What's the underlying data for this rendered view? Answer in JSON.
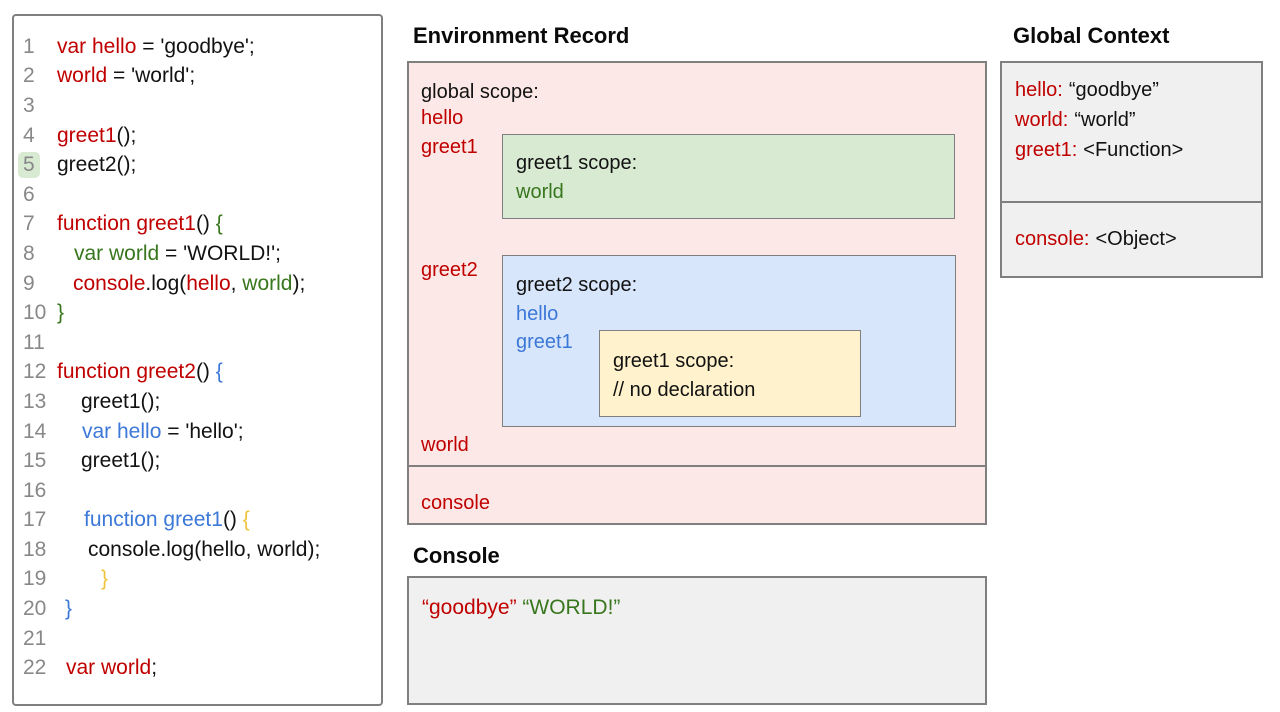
{
  "colors": {
    "red_text": "#c00000",
    "green_text": "#38761d",
    "blue_text": "#3c78d8",
    "yellow_text": "#f0c33c",
    "line_number": "#888888",
    "highlight_bg": "#d9ead3",
    "pink_bg": "#fce8e6",
    "green_bg": "#d9ead3",
    "blue_bg": "#d8e6fb",
    "yellow_bg": "#fff2cc",
    "gray_bg": "#f0f0f0",
    "border": "#7f7f7f"
  },
  "code_panel": {
    "lines": [
      {
        "n": "1",
        "ind": 0,
        "seg": [
          [
            "r",
            "var hello"
          ],
          [
            "k",
            " = 'goodbye';"
          ]
        ]
      },
      {
        "n": "2",
        "ind": 0,
        "seg": [
          [
            "r",
            "world"
          ],
          [
            "k",
            " = 'world';"
          ]
        ]
      },
      {
        "n": "3",
        "ind": 0,
        "seg": []
      },
      {
        "n": "4",
        "ind": 0,
        "seg": [
          [
            "r",
            "greet1"
          ],
          [
            "k",
            "();"
          ]
        ]
      },
      {
        "n": "5",
        "ind": 0,
        "hl": true,
        "seg": [
          [
            "k",
            "greet2();"
          ]
        ]
      },
      {
        "n": "6",
        "ind": 0,
        "seg": []
      },
      {
        "n": "7",
        "ind": 0,
        "seg": [
          [
            "r",
            "function greet1"
          ],
          [
            "k",
            "() "
          ],
          [
            "g",
            "{"
          ]
        ]
      },
      {
        "n": "8",
        "ind": 17,
        "seg": [
          [
            "g",
            "var world"
          ],
          [
            "k",
            " = 'WORLD!';"
          ]
        ]
      },
      {
        "n": "9",
        "ind": 16,
        "seg": [
          [
            "r",
            "console"
          ],
          [
            "k",
            ".log("
          ],
          [
            "r",
            "hello"
          ],
          [
            "k",
            ", "
          ],
          [
            "g",
            "world"
          ],
          [
            "k",
            ");"
          ]
        ]
      },
      {
        "n": "10",
        "ind": 0,
        "seg": [
          [
            "g",
            "}"
          ]
        ]
      },
      {
        "n": "11",
        "ind": 0,
        "seg": []
      },
      {
        "n": "12",
        "ind": 0,
        "seg": [
          [
            "r",
            "function greet2"
          ],
          [
            "k",
            "() "
          ],
          [
            "b",
            "{"
          ]
        ]
      },
      {
        "n": "13",
        "ind": 24,
        "seg": [
          [
            "k",
            "greet1();"
          ]
        ]
      },
      {
        "n": "14",
        "ind": 25,
        "seg": [
          [
            "b",
            "var hello"
          ],
          [
            "k",
            " = 'hello';"
          ]
        ]
      },
      {
        "n": "15",
        "ind": 24,
        "seg": [
          [
            "k",
            "greet1();"
          ]
        ]
      },
      {
        "n": "16",
        "ind": 0,
        "seg": []
      },
      {
        "n": "17",
        "ind": 27,
        "seg": [
          [
            "b",
            "function greet1"
          ],
          [
            "k",
            "() "
          ],
          [
            "y",
            "{"
          ]
        ]
      },
      {
        "n": "18",
        "ind": 31,
        "seg": [
          [
            "k",
            "console.log(hello, world);"
          ]
        ]
      },
      {
        "n": "19",
        "ind": 44,
        "seg": [
          [
            "y",
            "}"
          ]
        ]
      },
      {
        "n": "20",
        "ind": 8,
        "seg": [
          [
            "b",
            "}"
          ]
        ]
      },
      {
        "n": "21",
        "ind": 0,
        "seg": []
      },
      {
        "n": "22",
        "ind": 9,
        "seg": [
          [
            "r",
            "var world"
          ],
          [
            "k",
            ";"
          ]
        ]
      }
    ]
  },
  "environment_record": {
    "title": "Environment Record",
    "global_scope_label": "global scope:",
    "vars": {
      "hello": "hello",
      "greet1": "greet1",
      "greet2": "greet2",
      "world": "world",
      "console": "console"
    },
    "greet1_scope": {
      "label": "greet1 scope:",
      "var_world": "world"
    },
    "greet2_scope": {
      "label": "greet2 scope:",
      "var_hello": "hello",
      "var_greet1": "greet1",
      "inner_greet1_scope": {
        "label": "greet1 scope:",
        "comment": "// no declaration"
      }
    }
  },
  "console_panel": {
    "title": "Console",
    "output": [
      [
        "r",
        "“goodbye”"
      ],
      [
        "k",
        " "
      ],
      [
        "g",
        "“WORLD!”"
      ]
    ]
  },
  "global_context": {
    "title": "Global Context",
    "variables": [
      {
        "name": "hello:",
        "value": "“goodbye”"
      },
      {
        "name": "world:",
        "value": "“world”"
      },
      {
        "name": "greet1:",
        "value": "<Function>"
      }
    ],
    "console_row": {
      "name": "console:",
      "value": "<Object>"
    }
  }
}
